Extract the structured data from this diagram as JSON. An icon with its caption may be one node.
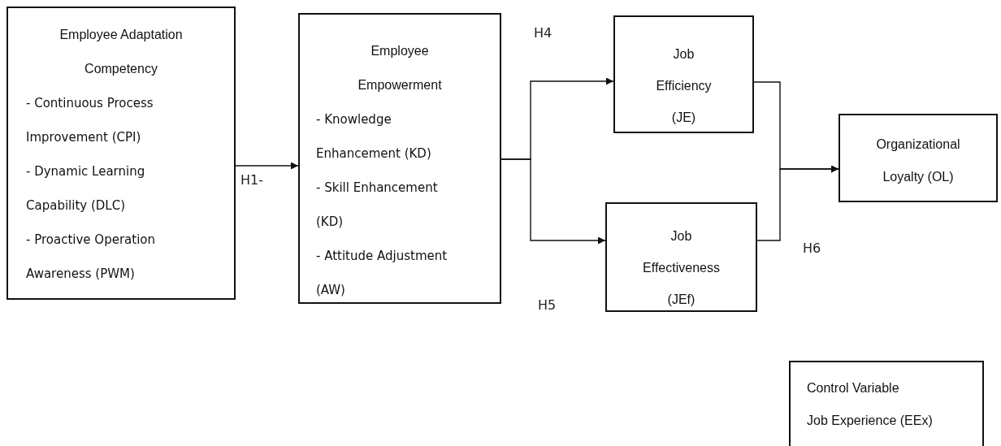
{
  "diagram": {
    "nodes": [
      {
        "text": [
          "Employee Adaptation Competency",
          "- Continuous Process Improvement (CPI)",
          "- Dynamic Learning Capability (DLC)",
          "- Proactive Operation Awareness (PWM)"
        ]
      },
      {
        "text": [
          "Employee Empowerment",
          "- Knowledge Enhancement (KD)",
          "- Skill Enhancement (KD)",
          "- Attitude Adjustment (AW)"
        ]
      },
      {
        "text": [
          "Job Efficiency (JE)"
        ]
      },
      {
        "text": [
          "Job Effectiveness (JEf)"
        ]
      },
      {
        "text": [
          "Organizational Loyalty (OL)"
        ]
      },
      {
        "text": [
          "Control Variable",
          "Job Experience (EEx)"
        ]
      }
    ],
    "edges": [
      {
        "from": 0,
        "to": 1,
        "arrow": "to",
        "label": "H1-"
      },
      {
        "from": 1,
        "to": 2,
        "arrow": "to"
      },
      {
        "from": 1,
        "to": 3,
        "arrow": "to"
      },
      {
        "from": 2,
        "to": 4,
        "arrow": "to"
      },
      {
        "from": 3,
        "to": 4,
        "arrow": "to"
      }
    ],
    "labels": [
      "H4",
      "H5",
      "H6"
    ]
  }
}
